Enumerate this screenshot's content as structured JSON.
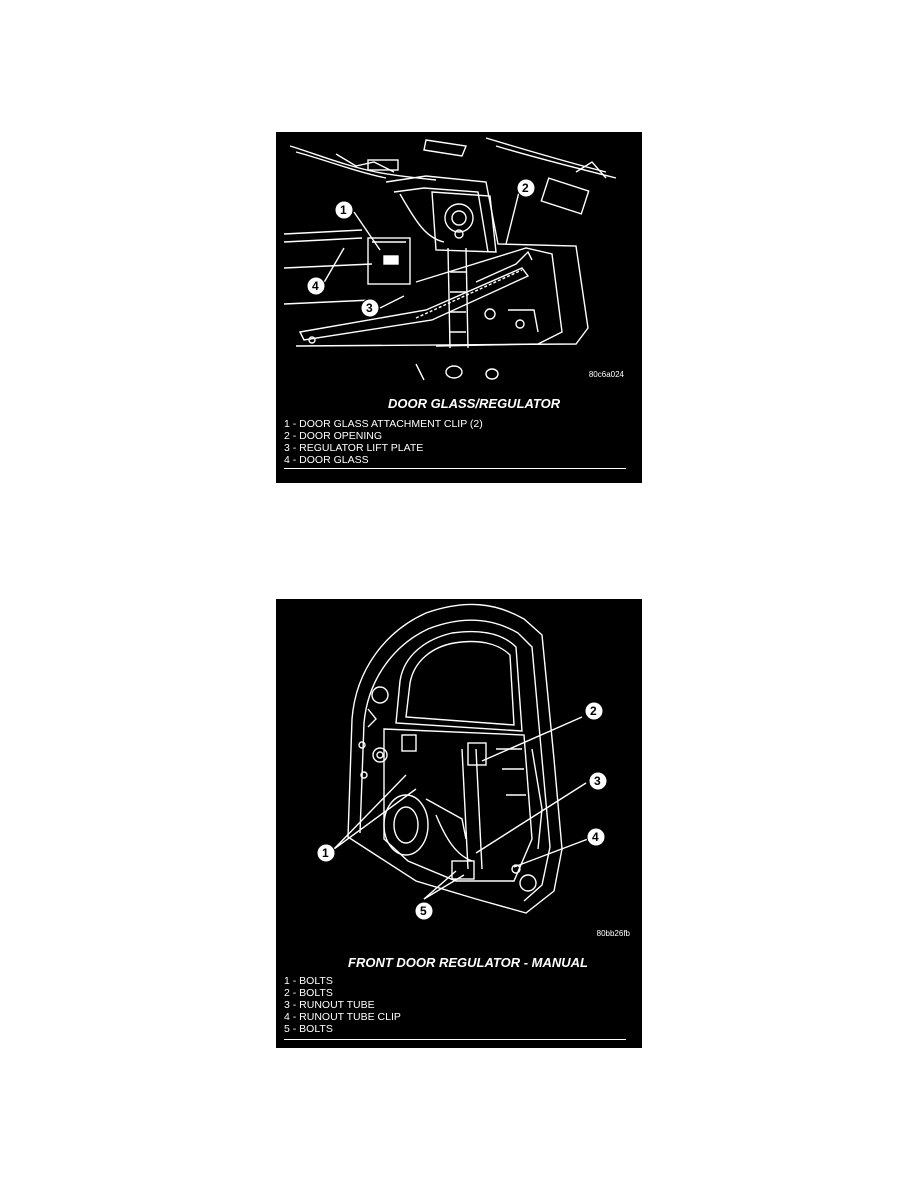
{
  "figures": [
    {
      "code": "80c6a024",
      "title": "DOOR GLASS/REGULATOR",
      "callouts": [
        "1",
        "2",
        "3",
        "4"
      ],
      "legend": [
        "1 - DOOR GLASS ATTACHMENT CLIP (2)",
        "2 - DOOR OPENING",
        "3 - REGULATOR LIFT PLATE",
        "4 - DOOR GLASS"
      ]
    },
    {
      "code": "80bb26fb",
      "title": "FRONT DOOR REGULATOR - MANUAL",
      "callouts": [
        "1",
        "2",
        "3",
        "4",
        "5"
      ],
      "legend": [
        "1 - BOLTS",
        "2 - BOLTS",
        "3 - RUNOUT TUBE",
        "4 - RUNOUT TUBE CLIP",
        "5 - BOLTS"
      ]
    }
  ]
}
